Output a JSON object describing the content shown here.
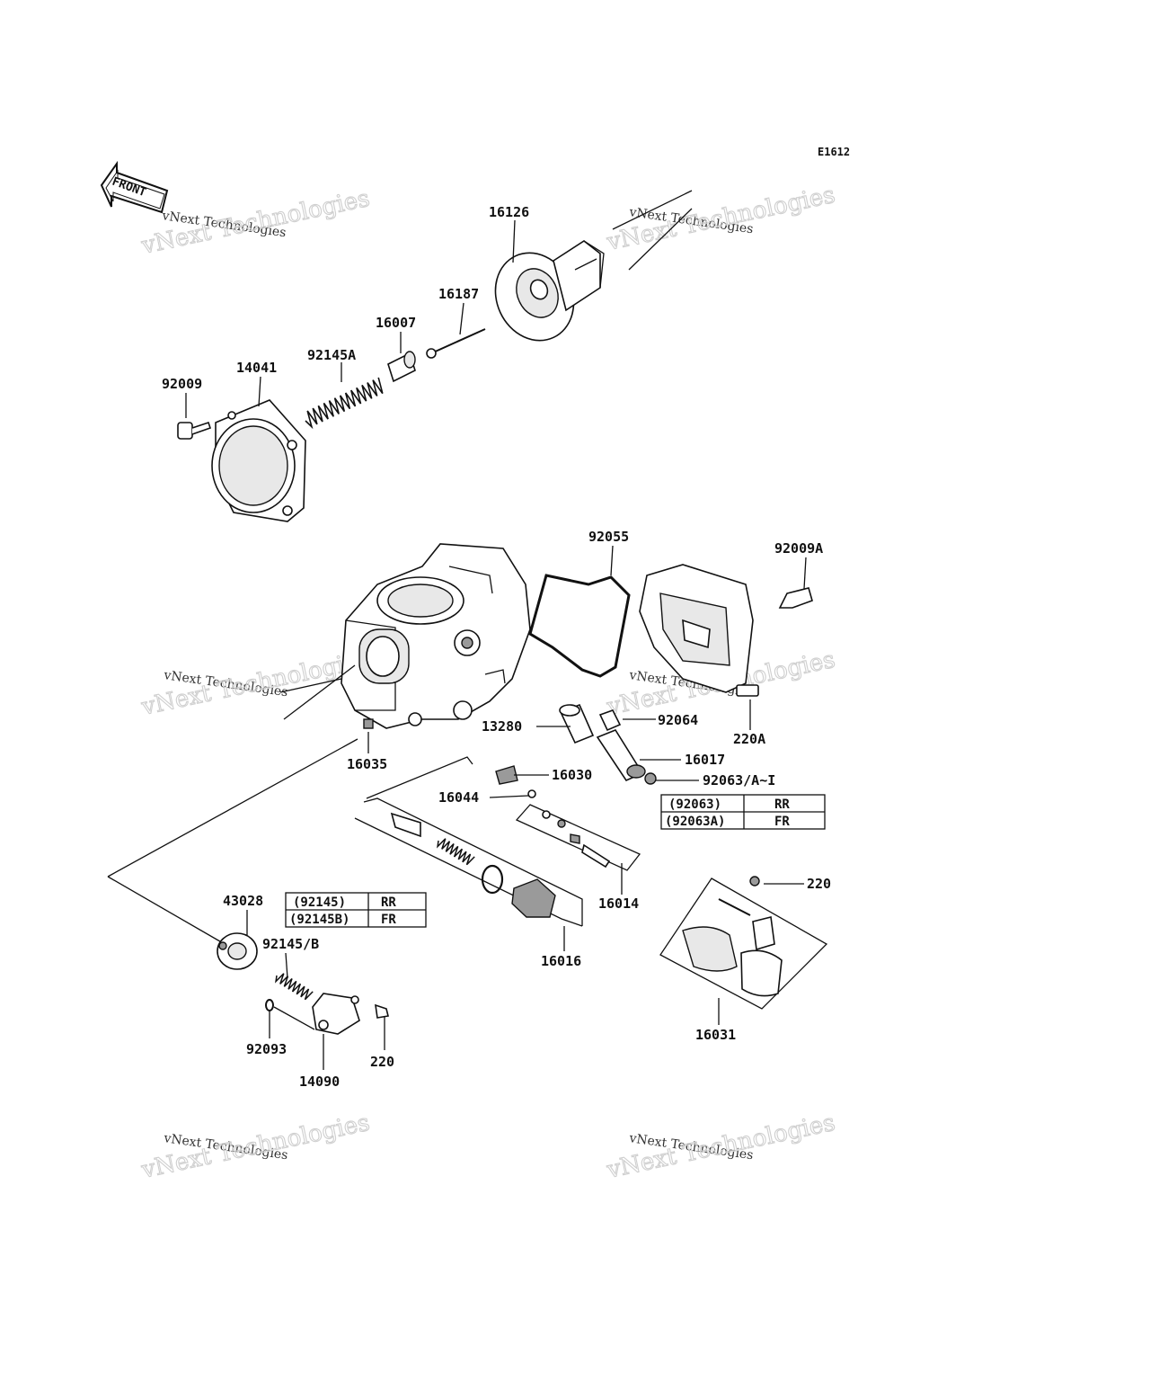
{
  "diagram_code": "E1612",
  "front_arrow": "FRONT",
  "watermark": {
    "line1": "vNext Technologies",
    "line2": "vNext Technologies"
  },
  "parts": {
    "p16126": "16126",
    "p16187": "16187",
    "p16007": "16007",
    "p92145A": "92145A",
    "p14041": "14041",
    "p92009": "92009",
    "p92055": "92055",
    "p92009A": "92009A",
    "p92064": "92064",
    "p220A": "220A",
    "p13280": "13280",
    "p16017": "16017",
    "p16035": "16035",
    "p16030": "16030",
    "p92063AI": "92063/A~I",
    "p16044": "16044",
    "p16014": "16014",
    "p220_right": "220",
    "p43028": "43028",
    "p92145B": "92145/B",
    "p16016": "16016",
    "p16031": "16031",
    "p92093": "92093",
    "p220_bottom": "220",
    "p14090": "14090"
  },
  "table_92063": [
    {
      "part": "(92063)",
      "side": "RR"
    },
    {
      "part": "(92063A)",
      "side": "FR"
    }
  ],
  "table_92145": [
    {
      "part": "(92145)",
      "side": "RR"
    },
    {
      "part": "(92145B)",
      "side": "FR"
    }
  ]
}
